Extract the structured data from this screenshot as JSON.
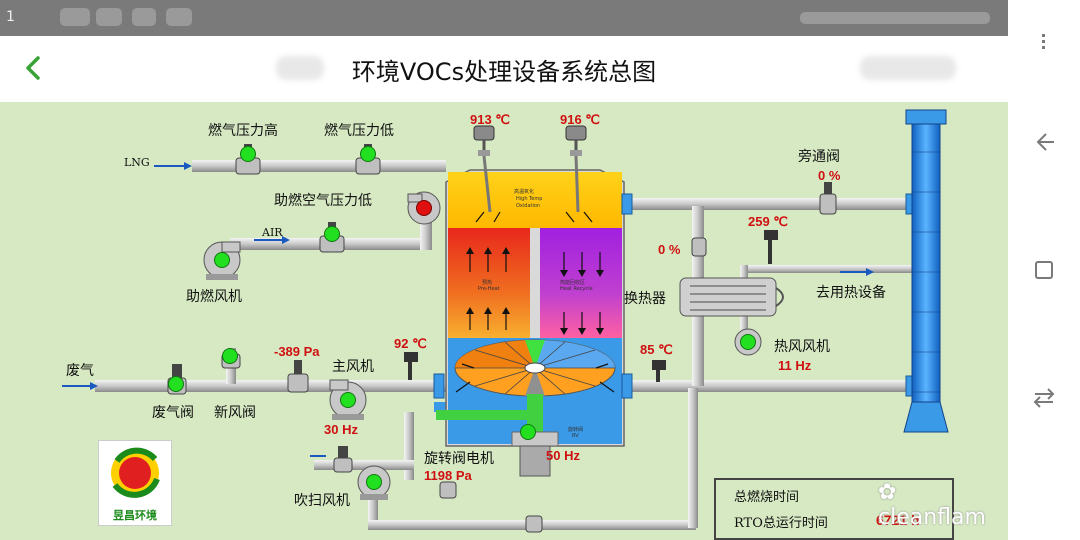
{
  "status_bar": {
    "text": "1"
  },
  "header": {
    "title": "环境VOCs处理设备系统总图",
    "back_icon": "chevron-left-icon"
  },
  "nav": {
    "icons": [
      "menu-icon",
      "back-arrow-icon",
      "square-icon",
      "swap-icon"
    ]
  },
  "diagram": {
    "labels": {
      "gas_pressure_high": "燃气压力高",
      "gas_pressure_low": "燃气压力低",
      "lng": "LNG",
      "comb_air_pressure_low": "助燃空气压力低",
      "air": "AIR",
      "comb_fan": "助燃风机",
      "waste_gas": "废气",
      "waste_valve": "废气阀",
      "fresh_valve": "新风阀",
      "main_fan": "主风机",
      "rotary_motor": "旋转阀电机",
      "purge_fan": "吹扫风机",
      "bypass_valve": "旁通阀",
      "heat_exchanger": "换热器",
      "to_heat_equipment": "去用热设备",
      "hot_fan": "热风风机",
      "total_burn_time": "总燃烧时间",
      "rto_total_runtime": "RTO总运行时间"
    },
    "chamber_text": {
      "high_temp_cn": "高温氧化",
      "high_temp_en1": "High Temp",
      "high_temp_en2": "Oxidation",
      "preheat_cn": "预热",
      "preheat_en": "Pre-Heat",
      "recycle_cn": "热能回收区",
      "recycle_en": "Heat Recycle",
      "rv_cn": "旋转阀",
      "rv_en": "RV"
    },
    "values": {
      "temp_top_left": "913 ℃",
      "temp_top_right": "916 ℃",
      "bypass_pct": "0 %",
      "hx_valve_pct": "0 %",
      "temp_hx": "259 ℃",
      "pressure_main": "-389 Pa",
      "temp_inlet": "92 ℃",
      "temp_outlet": "85 ℃",
      "hot_fan_freq": "11 Hz",
      "main_fan_freq": "30 Hz",
      "motor_freq": "50 Hz",
      "pressure_purge": "1198 Pa",
      "rto_runtime_value": "6721 h"
    }
  },
  "logo": {
    "text": "昱昌环境"
  },
  "watermark": {
    "text": "cleanflam"
  },
  "colors": {
    "bg": "#d6e9c3",
    "pipe": "#c8c8c8",
    "hot": "#ffcc00",
    "preheat": "#e83020",
    "recycle": "#b020e0",
    "cool": "#3a8ee8",
    "indicator": "#22e020",
    "value": "#d01010",
    "accent": "#39a337"
  }
}
